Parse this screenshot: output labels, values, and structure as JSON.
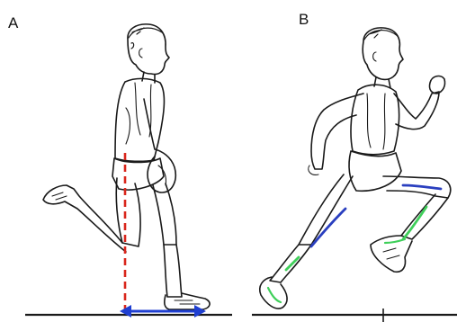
{
  "panels": {
    "a": {
      "label": "A"
    },
    "b": {
      "label": "B"
    }
  },
  "colors": {
    "ink": "#1a1a1a",
    "vertical_line": "#d9261c",
    "base_arrow": "#1f3fd1",
    "thigh_line": "#2a3fbf",
    "shin_line": "#3fcf5a"
  },
  "icons": {
    "vertical_line": "dashed-vertical-line",
    "base_arrow": "double-headed-arrow"
  }
}
